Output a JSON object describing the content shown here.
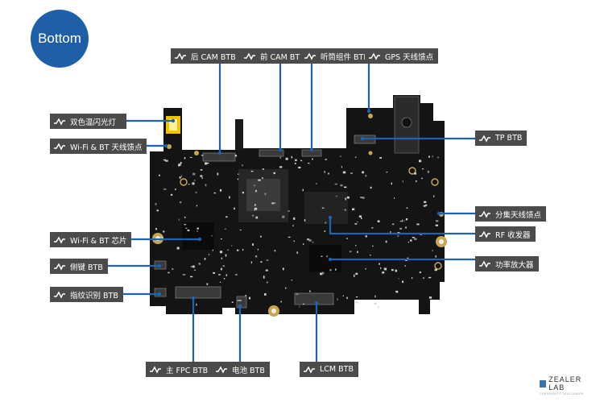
{
  "badge": "Bottom",
  "labels": {
    "rear_cam": "后 CAM BTB",
    "front_cam": "前 CAM BTB",
    "receiver": "听筒组件 BTB",
    "gps": "GPS 天线馈点",
    "flash": "双色温闪光灯",
    "wifi_feed": "Wi-Fi & BT 天线馈点",
    "tp": "TP BTB",
    "diversity": "分集天线馈点",
    "wifi_chip": "Wi-Fi & BT 芯片",
    "rf": "RF 收发器",
    "side_key": "侧键 BTB",
    "pa": "功率放大器",
    "fingerprint": "指纹识别 BTB",
    "main_fpc": "主 FPC BTB",
    "battery": "电池 BTB",
    "lcm": "LCM BTB"
  },
  "brand": {
    "name": "ZEALER LAB",
    "copyright": "COPYRIGHT © 2016 ZEALER"
  },
  "colors": {
    "accent": "#1f5fa8",
    "label_bg": "#4b4b4b",
    "board": "#141414",
    "leader": "#1e62b0"
  }
}
